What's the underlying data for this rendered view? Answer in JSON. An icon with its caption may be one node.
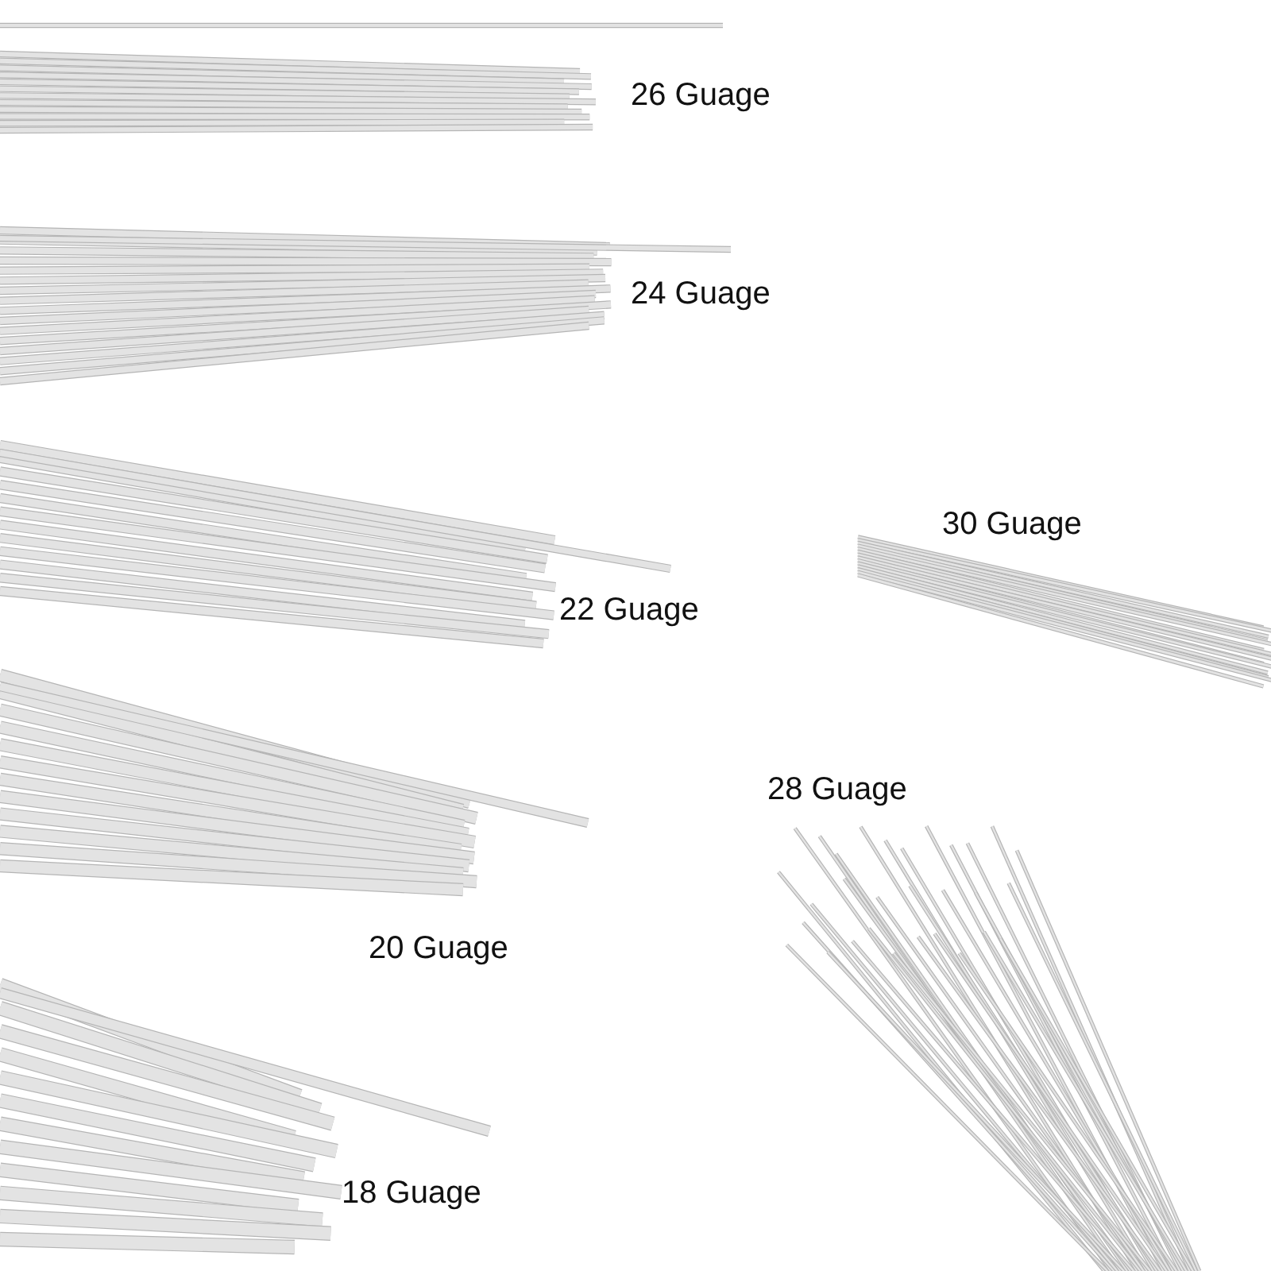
{
  "diagram": {
    "labels": [
      "26 Guage",
      "24 Guage",
      "30 Guage",
      "22 Guage",
      "28 Guage",
      "20 Guage",
      "18 Guage"
    ]
  }
}
